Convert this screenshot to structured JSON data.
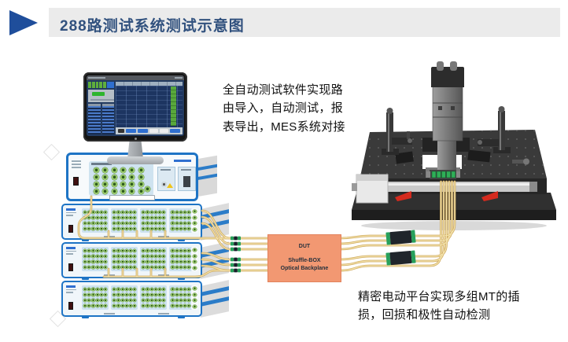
{
  "header": {
    "title": "288路测试系统测试示意图"
  },
  "notes": {
    "software": "全自动测试软件实现路由导入，自动测试，报表导出，MES系统对接",
    "platform": "精密电动平台实现多组MT的插损，回损和极性自动检测"
  },
  "dut_box": {
    "title": "DUT",
    "line2": "Shuffle-BOX",
    "line3": "Optical Backplane"
  },
  "colors": {
    "accent_blue": "#1e74c5",
    "accent_dark_blue": "#1f4e9b",
    "fiber_yellow_dark": "#cfa95c",
    "fiber_yellow_light": "#f4e4ae",
    "dut_orange": "#f29872",
    "connector_green": "#27a05c",
    "header_text": "#31517e"
  },
  "equipment": {
    "instrument": {
      "connector_rows": 4,
      "connector_cols": 6
    },
    "racks": {
      "count": 3,
      "groups_per_rack": 4,
      "rows": 4,
      "cols": 6,
      "right_ports": 4
    }
  }
}
